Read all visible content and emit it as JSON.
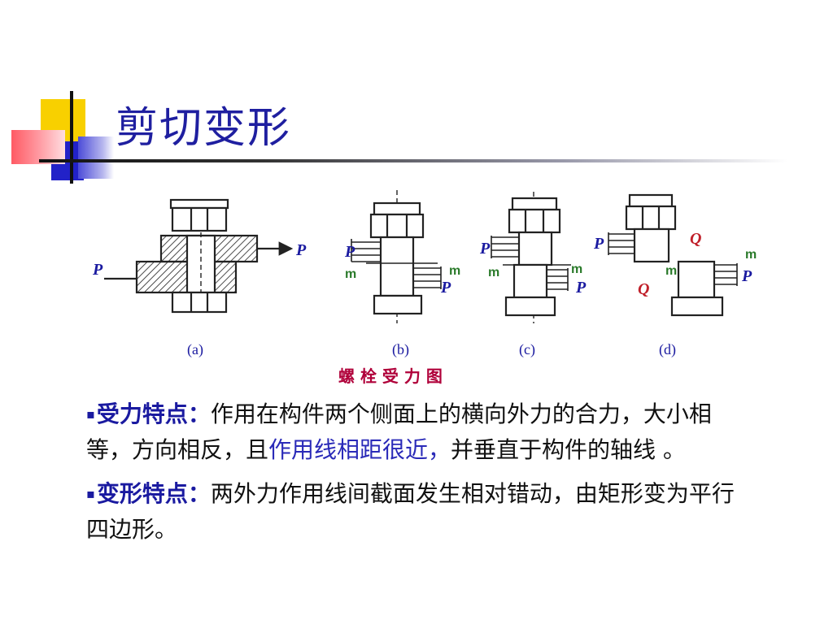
{
  "title": "剪切变形",
  "colors": {
    "title": "#1f1fa0",
    "accent_yellow": "#f8d000",
    "accent_blue": "#2222c8",
    "accent_red": "#ff5a64",
    "force_label": "#1a1aa0",
    "section_label": "#2a7a2a",
    "caption": "#b0003a"
  },
  "figure": {
    "force_labels": [
      "P",
      "P",
      "P",
      "P",
      "P",
      "P",
      "P",
      "P",
      "Q",
      "Q"
    ],
    "section_labels": [
      "m",
      "m",
      "m",
      "m",
      "m",
      "m"
    ],
    "panel_labels": [
      "(a)",
      "(b)",
      "(c)",
      "(d)"
    ],
    "caption": "螺 栓 受 力 图"
  },
  "bullets": [
    {
      "marker": "▪",
      "heading": "受力特点：",
      "text_before": "作用在构件两个侧面上的横向外力的合力，大小相等，方向相反，且",
      "emphasis": "作用线相距很近，",
      "text_after": "并垂直于构件的轴线 。"
    },
    {
      "marker": "▪",
      "heading": "变形特点：",
      "text_before": "两外力作用线间截面发生相对错动，由矩形变为平行四边形。",
      "emphasis": "",
      "text_after": ""
    }
  ]
}
